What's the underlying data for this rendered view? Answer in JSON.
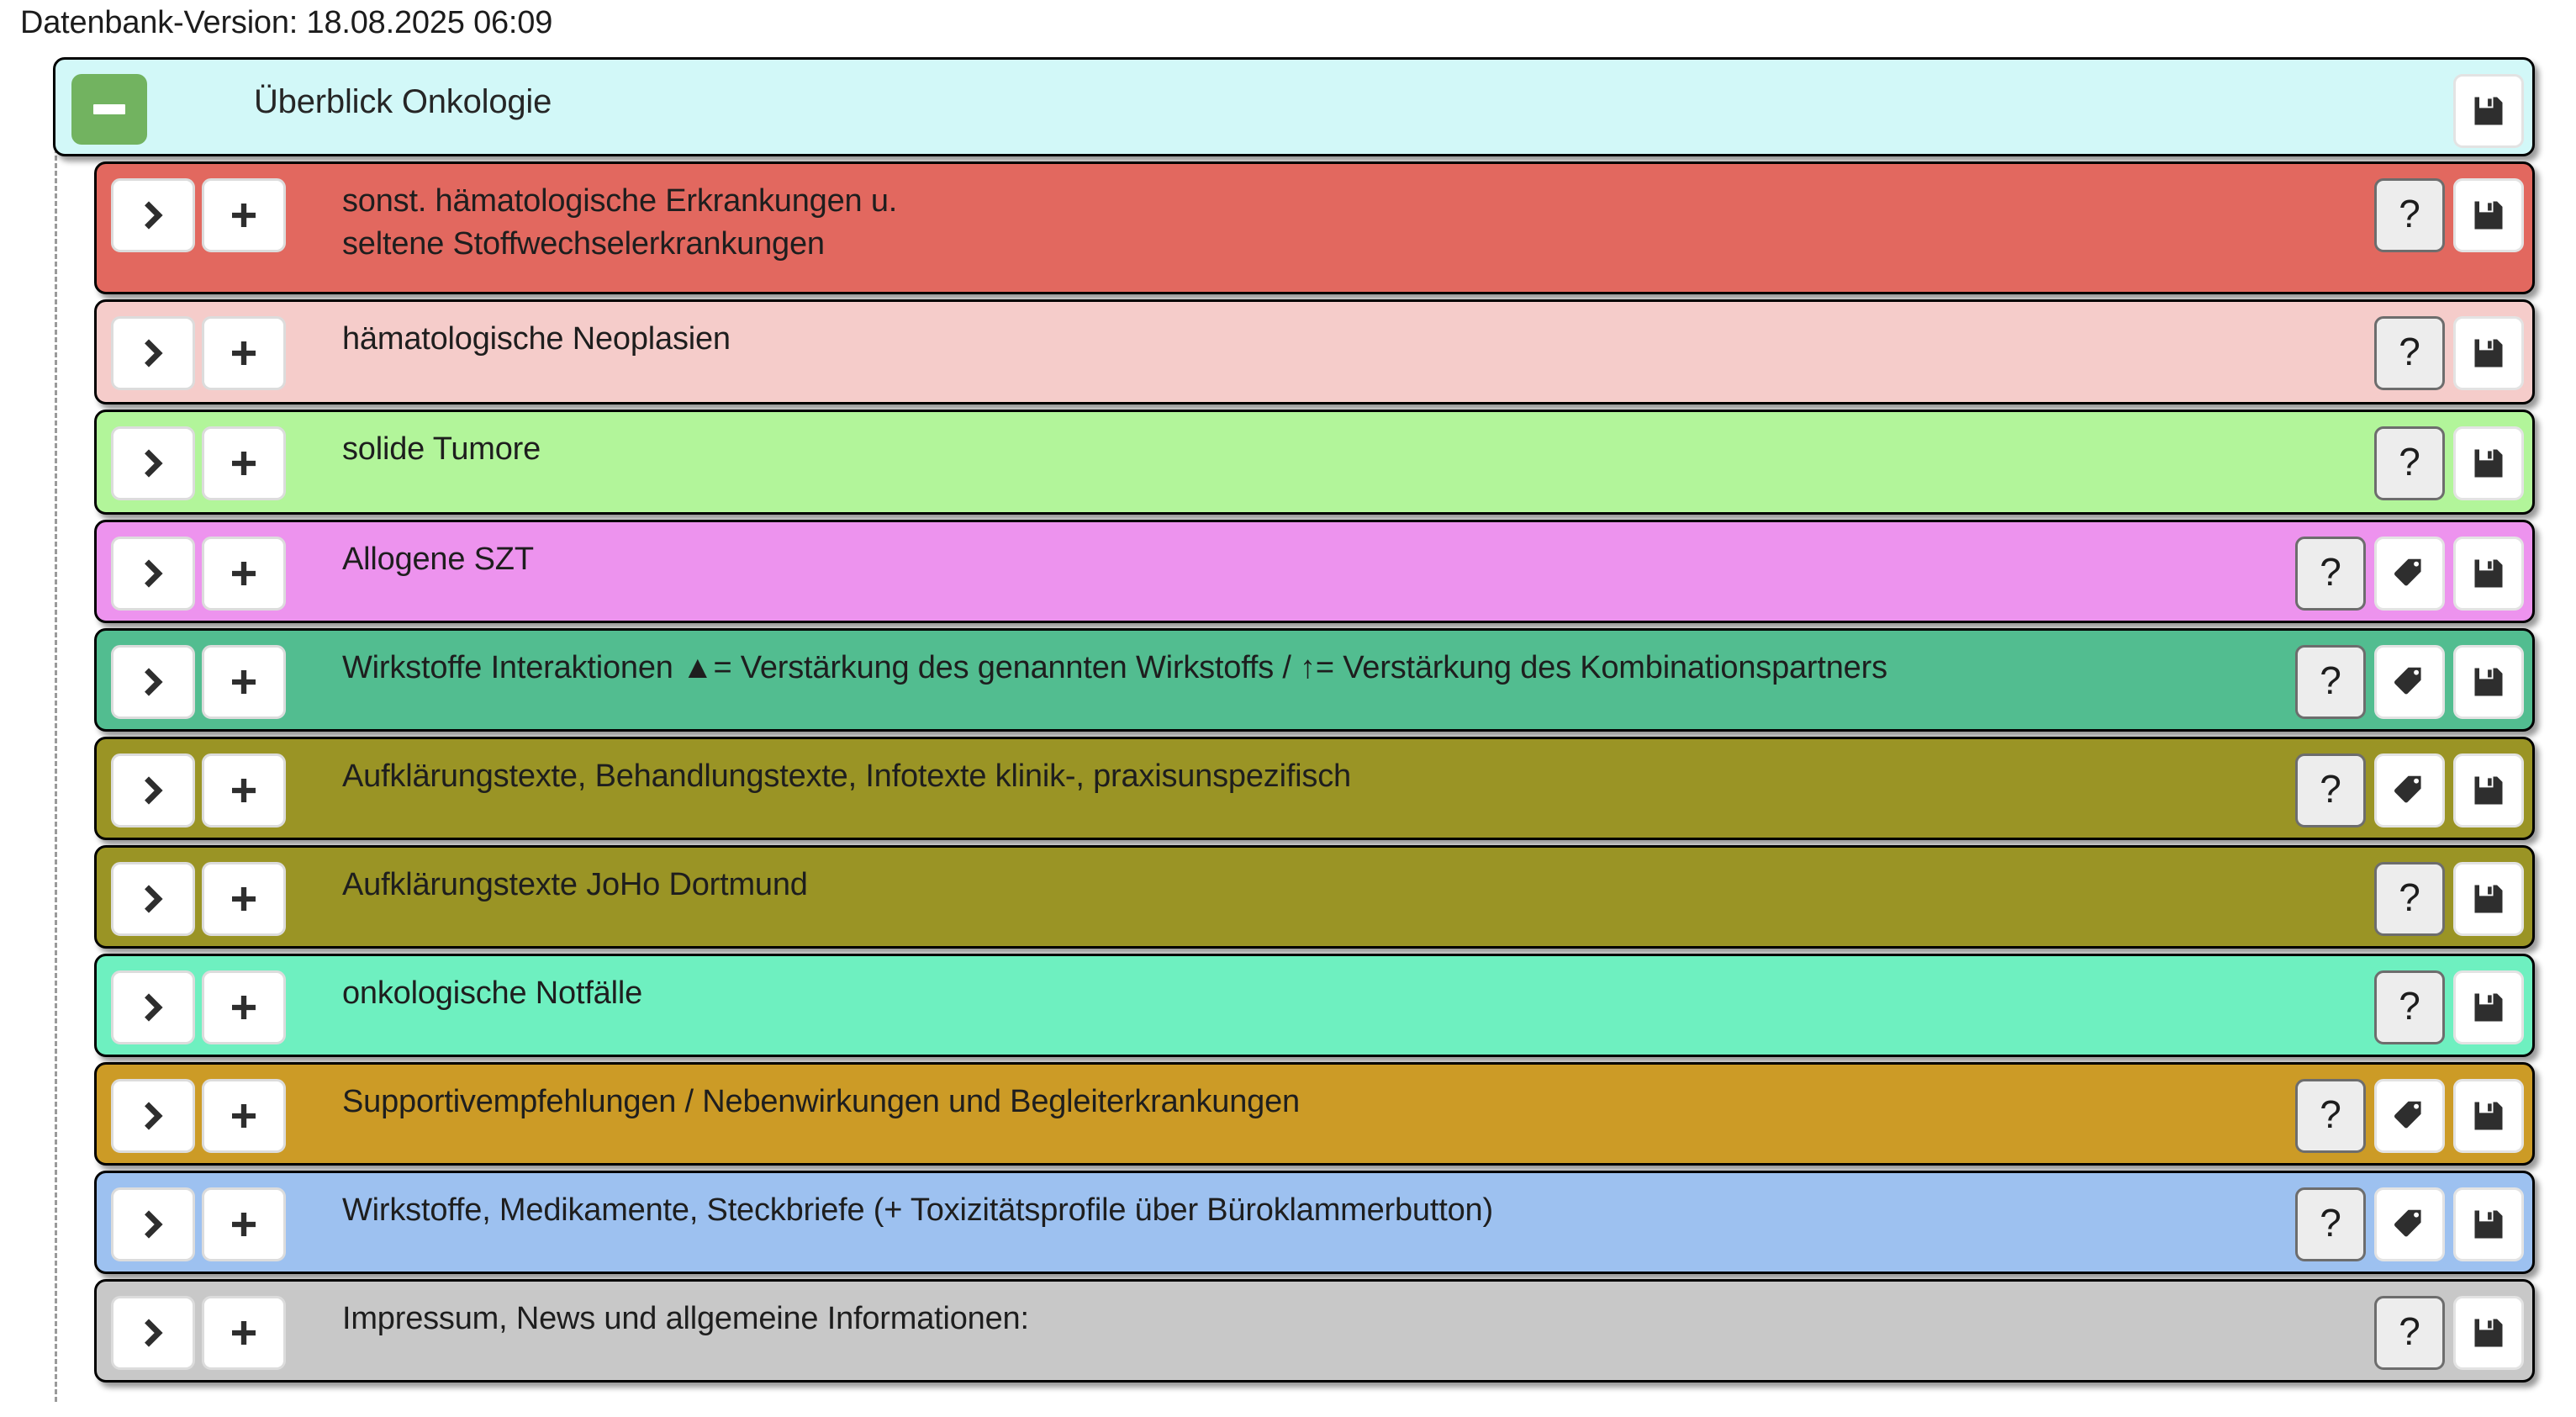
{
  "version_bar": {
    "label": "Datenbank-Version: 18.08.2025 06:09"
  },
  "header_row": {
    "title": "Überblick Onkologie",
    "collapse_icon": "minus-icon",
    "save_icon": "floppy-save-icon",
    "bg": "#d2f8f8"
  },
  "icons": {
    "expand": "chevron-right-icon",
    "add": "plus-icon",
    "help": "?",
    "tag": "tag-icon",
    "save": "floppy-save-icon"
  },
  "rows": [
    {
      "label": "sonst. hämatologische Erkrankungen u.\nseltene Stoffwechselerkrankungen",
      "line1": "sonst. hämatologische Erkrankungen u.",
      "line2": "seltene Stoffwechselerkrankungen",
      "bg": "#e2685f",
      "height": 158,
      "buttons": [
        "help",
        "save"
      ]
    },
    {
      "label": "hämatologische Neoplasien",
      "bg": "#f5ccca",
      "height": 125,
      "buttons": [
        "help",
        "save"
      ]
    },
    {
      "label": "solide Tumore",
      "bg": "#b2f59a",
      "height": 125,
      "buttons": [
        "help",
        "save"
      ]
    },
    {
      "label": "Allogene SZT",
      "bg": "#ed93ee",
      "height": 123,
      "buttons": [
        "help",
        "tag",
        "save"
      ]
    },
    {
      "label": "Wirkstoffe Interaktionen ▲= Verstärkung des genannten Wirkstoffs / ↑= Verstärkung des Kombinationspartners",
      "bg": "#52bd90",
      "height": 123,
      "buttons": [
        "help",
        "tag",
        "save"
      ]
    },
    {
      "label": "Aufklärungstexte, Behandlungstexte, Infotexte klinik-, praxisunspezifisch",
      "bg": "#9a9425",
      "height": 123,
      "buttons": [
        "help",
        "tag",
        "save"
      ]
    },
    {
      "label": "Aufklärungstexte JoHo Dortmund",
      "bg": "#9a9425",
      "height": 123,
      "buttons": [
        "help",
        "save"
      ]
    },
    {
      "label": "onkologische Notfälle",
      "bg": "#6ef0c0",
      "height": 123,
      "buttons": [
        "help",
        "save"
      ]
    },
    {
      "label": "Supportivempfehlungen / Nebenwirkungen und Begleiterkrankungen",
      "bg": "#cc9b26",
      "height": 123,
      "buttons": [
        "help",
        "tag",
        "save"
      ]
    },
    {
      "label": "Wirkstoffe, Medikamente, Steckbriefe (+ Toxizitätsprofile über Büroklammerbutton)",
      "bg": "#9dc1f0",
      "height": 123,
      "buttons": [
        "help",
        "tag",
        "save"
      ]
    },
    {
      "label": "Impressum, News und allgemeine Informationen:",
      "bg": "#c8c8c8",
      "height": 123,
      "buttons": [
        "help",
        "save"
      ]
    }
  ]
}
